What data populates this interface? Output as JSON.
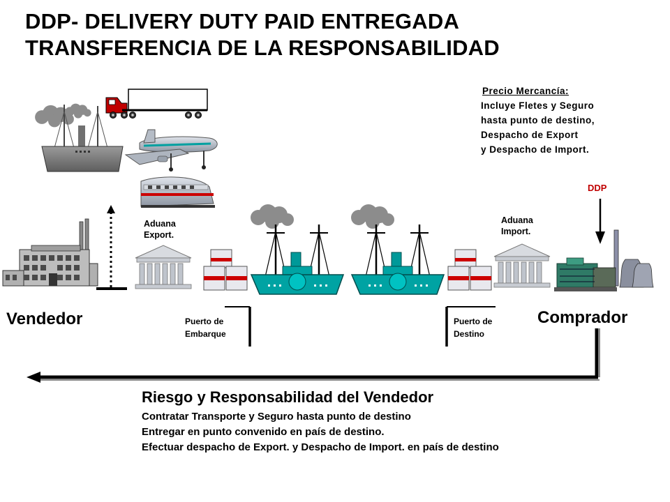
{
  "title": {
    "line1": "DDP- DELIVERY DUTY PAID ENTREGADA",
    "line2": "TRANSFERENCIA DE LA RESPONSABILIDAD"
  },
  "price": {
    "heading": "Precio Mercancía:",
    "lines": [
      "Incluye Fletes y Seguro",
      "hasta punto de destino,",
      "Despacho de Export",
      "y Despacho de Import."
    ]
  },
  "ddp_marker": "DDP",
  "labels": {
    "aduana_export": [
      "Aduana",
      "Export."
    ],
    "aduana_import": [
      "Aduana",
      "Import."
    ],
    "vendedor": "Vendedor",
    "comprador": "Comprador",
    "puerto_embarque": [
      "Puerto de",
      "Embarque"
    ],
    "puerto_destino": [
      "Puerto de",
      "Destino"
    ]
  },
  "responsibility": {
    "heading": "Riesgo y Responsabilidad del Vendedor",
    "lines": [
      "Contratar Transporte y Seguro hasta punto de destino",
      "Entregar en punto convenido en país de destino.",
      "Efectuar despacho de Export. y Despacho de Import. en país de destino"
    ]
  },
  "colors": {
    "marker_red": "#c00000",
    "ship_teal": "#009999",
    "container_red": "#cc0000"
  }
}
